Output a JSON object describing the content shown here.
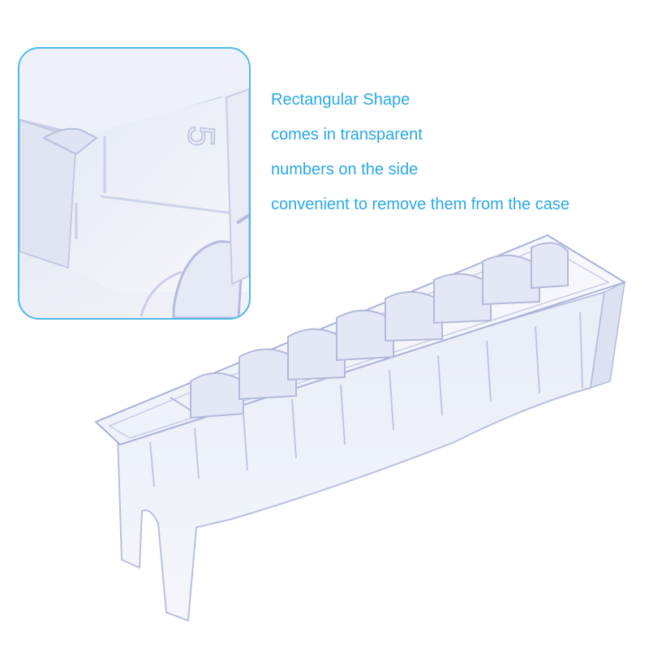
{
  "inset": {
    "number_mark": "5"
  },
  "features": [
    "Rectangular Shape",
    "comes in transparent",
    "numbers on the side",
    "convenient to remove them from the case"
  ],
  "colors": {
    "accent_text": "#29a8e6",
    "inset_border": "#4db8ea",
    "plastic_edge": "#a9b2d6",
    "plastic_fill": "#e3e8f6"
  }
}
